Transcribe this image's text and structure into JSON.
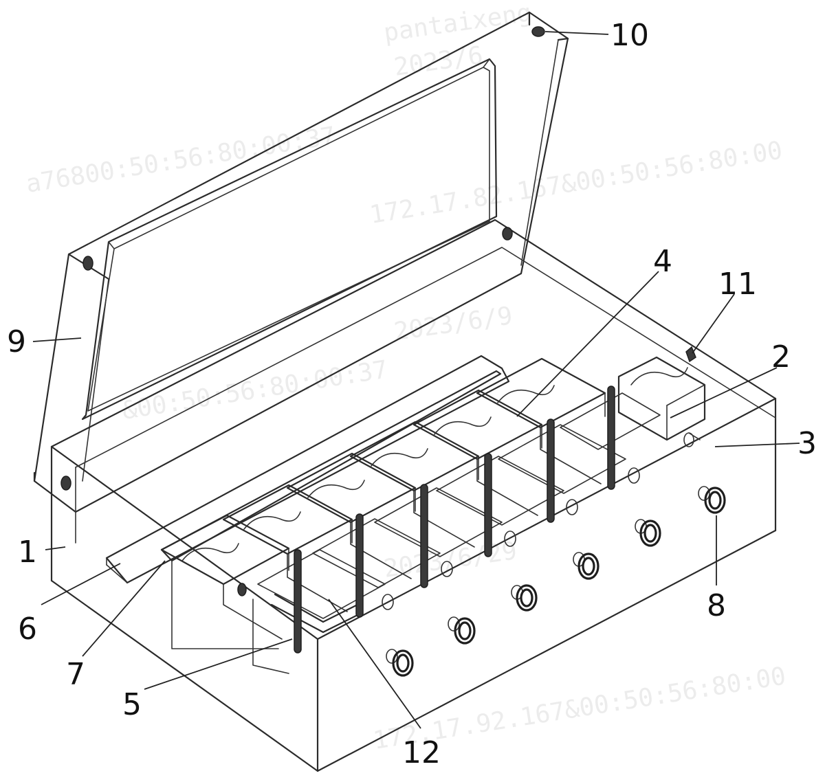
{
  "labels": {
    "l1": "1",
    "l2": "2",
    "l3": "3",
    "l4": "4",
    "l5": "5",
    "l6": "6",
    "l7": "7",
    "l8": "8",
    "l9": "9",
    "l10": "10",
    "l11": "11",
    "l12": "12"
  },
  "watermark": {
    "w1": "pantaixeng",
    "w2": "2023/6",
    "w3": "a76800:50:56:80:00:37",
    "w4": "172.17.82.167&00:50:56:80:00",
    "w5": "2023/6/9",
    "w6": "&00:50:56:80:00:37",
    "w7": "172.17.92.167&00:50:56:80:00",
    "w8": "2023/6/29"
  },
  "colors": {
    "line": "#2b2b2b",
    "watermark": "#ececec"
  }
}
